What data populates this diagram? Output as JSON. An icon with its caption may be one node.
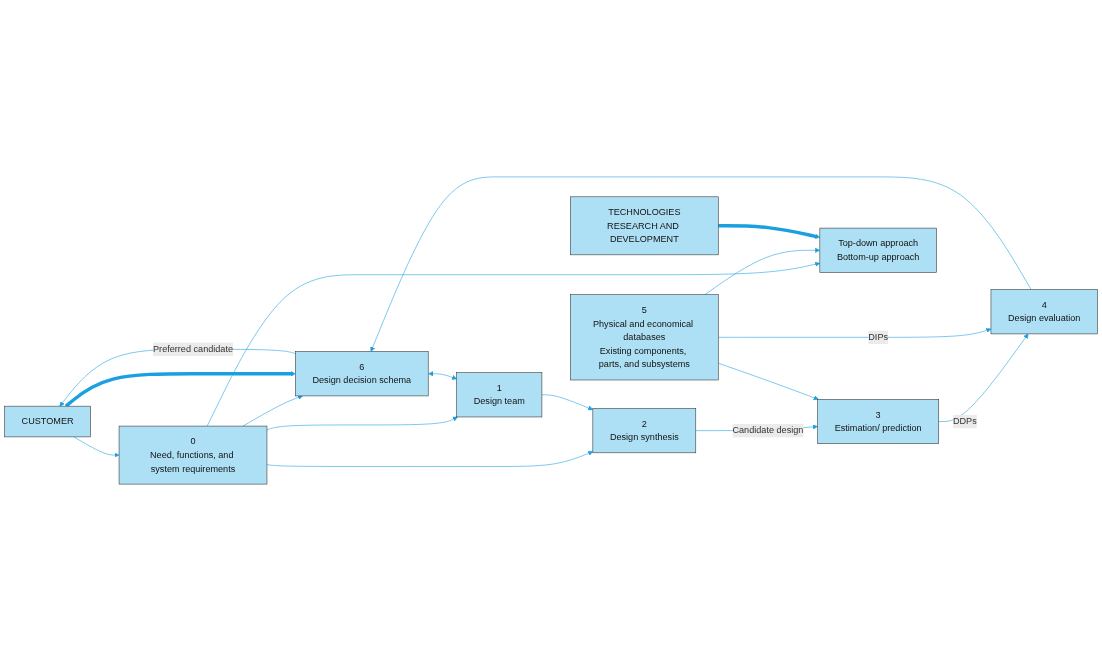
{
  "diagram": {
    "nodes": [
      {
        "text": [
          "CUSTOMER"
        ]
      },
      {
        "text": [
          "0",
          "Need, functions, and system requirements"
        ]
      },
      {
        "text": [
          "6",
          "Design decision schema"
        ]
      },
      {
        "text": [
          "1",
          "Design team"
        ]
      },
      {
        "text": [
          "2",
          "Design synthesis"
        ]
      },
      {
        "text": [
          "4",
          "Design evaluation"
        ]
      },
      {
        "text": [
          "3",
          "Estimation/ prediction"
        ]
      },
      {
        "text": [
          "5",
          "Physical and economical databases",
          "Existing components, parts, and subsystems"
        ]
      },
      {
        "text": [
          "Top-down approach",
          "Bottom-up approach"
        ]
      },
      {
        "text": [
          "TECHNOLOGIES",
          "RESEARCH AND DEVELOPMENT"
        ]
      }
    ],
    "edges": [
      {
        "from": 0,
        "to": 1,
        "arrow": "to"
      },
      {
        "from": 1,
        "to": 2,
        "arrow": "to"
      },
      {
        "from": 1,
        "to": 3,
        "arrow": "to"
      },
      {
        "from": 1,
        "to": 4,
        "arrow": "to"
      },
      {
        "from": 1,
        "to": 8,
        "arrow": "to"
      },
      {
        "from": 2,
        "to": 3,
        "arrow": "both"
      },
      {
        "from": 3,
        "to": 4,
        "arrow": "to"
      },
      {
        "from": 4,
        "to": 6,
        "label": "Candidate design",
        "arrow": "to"
      },
      {
        "from": 6,
        "to": 5,
        "label": "DDPs",
        "arrow": "to"
      },
      {
        "from": 5,
        "to": 2,
        "arrow": "to"
      },
      {
        "from": 7,
        "to": 5,
        "label": "DIPs",
        "arrow": "to"
      },
      {
        "from": 7,
        "to": 6,
        "arrow": "to"
      },
      {
        "from": 7,
        "to": 8,
        "arrow": "to"
      },
      {
        "from": 2,
        "to": 0,
        "label": "Preferred candidate",
        "arrow": "to"
      },
      {
        "from": 0,
        "to": 2,
        "arrow": "to",
        "style": "thick"
      },
      {
        "from": 9,
        "to": 8,
        "arrow": "to",
        "style": "thick"
      }
    ]
  }
}
